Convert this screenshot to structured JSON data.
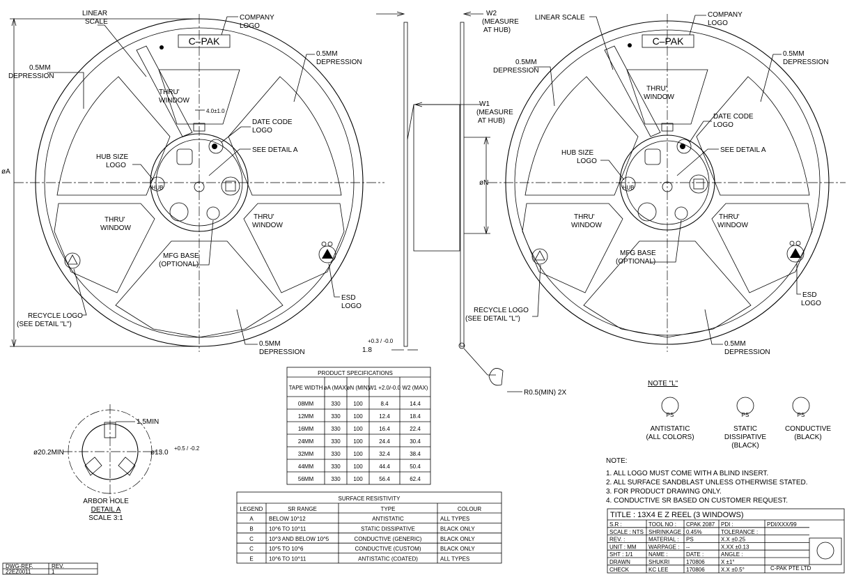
{
  "labels": {
    "linear_scale_l": [
      "LINEAR",
      "SCALE"
    ],
    "company_logo_l": [
      "COMPANY",
      "LOGO"
    ],
    "logo_text": "C–PAK",
    "depression_05": [
      "0.5MM",
      "DEPRESSION"
    ],
    "thru_window": [
      "THRU'",
      "WINDOW"
    ],
    "dim_4": "4.0±1.0",
    "date_code_logo": [
      "DATE CODE",
      "LOGO"
    ],
    "see_detail_a": "SEE DETAIL A",
    "hub_size_logo": [
      "HUB SIZE",
      "LOGO"
    ],
    "hub_text": "HUB",
    "mfg_base": [
      "MFG BASE",
      "(OPTIONAL)"
    ],
    "esd_logo": [
      "ESD",
      "LOGO"
    ],
    "recycle_logo": [
      "RECYCLE LOGO",
      "(SEE DETAIL \"L\")"
    ],
    "dia_a": "øA",
    "linear_scale_r": "LINEAR SCALE",
    "w2": [
      "W2",
      "(MEASURE",
      "AT HUB)"
    ],
    "w1": [
      "W1",
      "(MEASURE",
      "AT HUB)"
    ],
    "dia_n": "øN",
    "dim_18": "1.8",
    "tol_18": "+0.3 / -0.0",
    "r05": "R0.5(MIN)  2X",
    "min_15": "1.5MIN",
    "dia_202": "ø20.2MIN",
    "dia_13": "ø13.0",
    "tol_13": "+0.5 / -0.2",
    "arbor_hole": "ARBOR HOLE",
    "detail_a": "DETAIL A",
    "scale_31": "SCALE 3:1",
    "note_l": "NOTE \"L\"",
    "ps_code": "PS",
    "antistatic": [
      "ANTISTATIC",
      "(ALL COLORS)"
    ],
    "static_dissipative": [
      "STATIC",
      "DISSIPATIVE",
      "(BLACK)"
    ],
    "conductive": [
      "CONDUCTIVE",
      "(BLACK)"
    ]
  },
  "spec_table": {
    "title": "PRODUCT SPECIFICATIONS",
    "headers": [
      "TAPE WIDTH",
      "øA (MAX)",
      "øN (MIN)",
      "W1 +2.0/-0.0",
      "W2 (MAX)"
    ],
    "rows": [
      [
        "08MM",
        "330",
        "100",
        "8.4",
        "14.4"
      ],
      [
        "12MM",
        "330",
        "100",
        "12.4",
        "18.4"
      ],
      [
        "16MM",
        "330",
        "100",
        "16.4",
        "22.4"
      ],
      [
        "24MM",
        "330",
        "100",
        "24.4",
        "30.4"
      ],
      [
        "32MM",
        "330",
        "100",
        "32.4",
        "38.4"
      ],
      [
        "44MM",
        "330",
        "100",
        "44.4",
        "50.4"
      ],
      [
        "56MM",
        "330",
        "100",
        "56.4",
        "62.4"
      ]
    ]
  },
  "sr_table": {
    "title": "SURFACE RESISTIVITY",
    "headers": [
      "LEGEND",
      "SR RANGE",
      "TYPE",
      "COLOUR"
    ],
    "rows": [
      [
        "A",
        "BELOW 10^12",
        "ANTISTATIC",
        "ALL TYPES"
      ],
      [
        "B",
        "10^6 TO 10^11",
        "STATIC DISSIPATIVE",
        "BLACK ONLY"
      ],
      [
        "C",
        "10^3 AND BELOW 10^5",
        "CONDUCTIVE (GENERIC)",
        "BLACK ONLY"
      ],
      [
        "C",
        "10^5 TO 10^6",
        "CONDUCTIVE (CUSTOM)",
        "BLACK ONLY"
      ],
      [
        "E",
        "10^6 TO 10^11",
        "ANTISTATIC (COATED)",
        "ALL TYPES"
      ]
    ]
  },
  "notes": {
    "heading": "NOTE:",
    "items": [
      "1. ALL LOGO MUST COME WITH A BLIND INSERT.",
      "2. ALL SURFACE SANDBLAST UNLESS OTHERWISE STATED.",
      "3. FOR PRODUCT DRAWING ONLY.",
      "4. CONDUCTIVE SR BASED ON CUSTOMER REQUEST."
    ]
  },
  "title_block": {
    "title": "TITLE  : 13X4 E Z REEL (3 WINDOWS)",
    "rows": [
      [
        "S.R :",
        "TOOL NO :",
        "CPAK 2087",
        "PDI :",
        "PDI/XXX/99"
      ],
      [
        "SCALE :  NTS",
        "SHRINKAGE :",
        "0.45%",
        "TOLERANCE :",
        ""
      ],
      [
        "REV. :",
        "MATERIAL :",
        "PS",
        "X.X  ±0.25",
        ""
      ],
      [
        "UNIT :    MM",
        "WARPAGE :",
        "--",
        "X.XX ±0.13",
        ""
      ],
      [
        "SHT :     1/1",
        "NAME :",
        "DATE :",
        "ANGLE :",
        ""
      ],
      [
        "DRAWN",
        "SHUKRI",
        "170806",
        "X     ±1°",
        ""
      ],
      [
        "CHECK",
        "KC LEE",
        "170806",
        "X.X   ±0.5°",
        ""
      ]
    ],
    "company": "C-PAK PTE LTD"
  },
  "dwg_ref": {
    "headers": [
      "DWG-REF.",
      "REV."
    ],
    "values": [
      "22EZ0011",
      "1"
    ]
  }
}
